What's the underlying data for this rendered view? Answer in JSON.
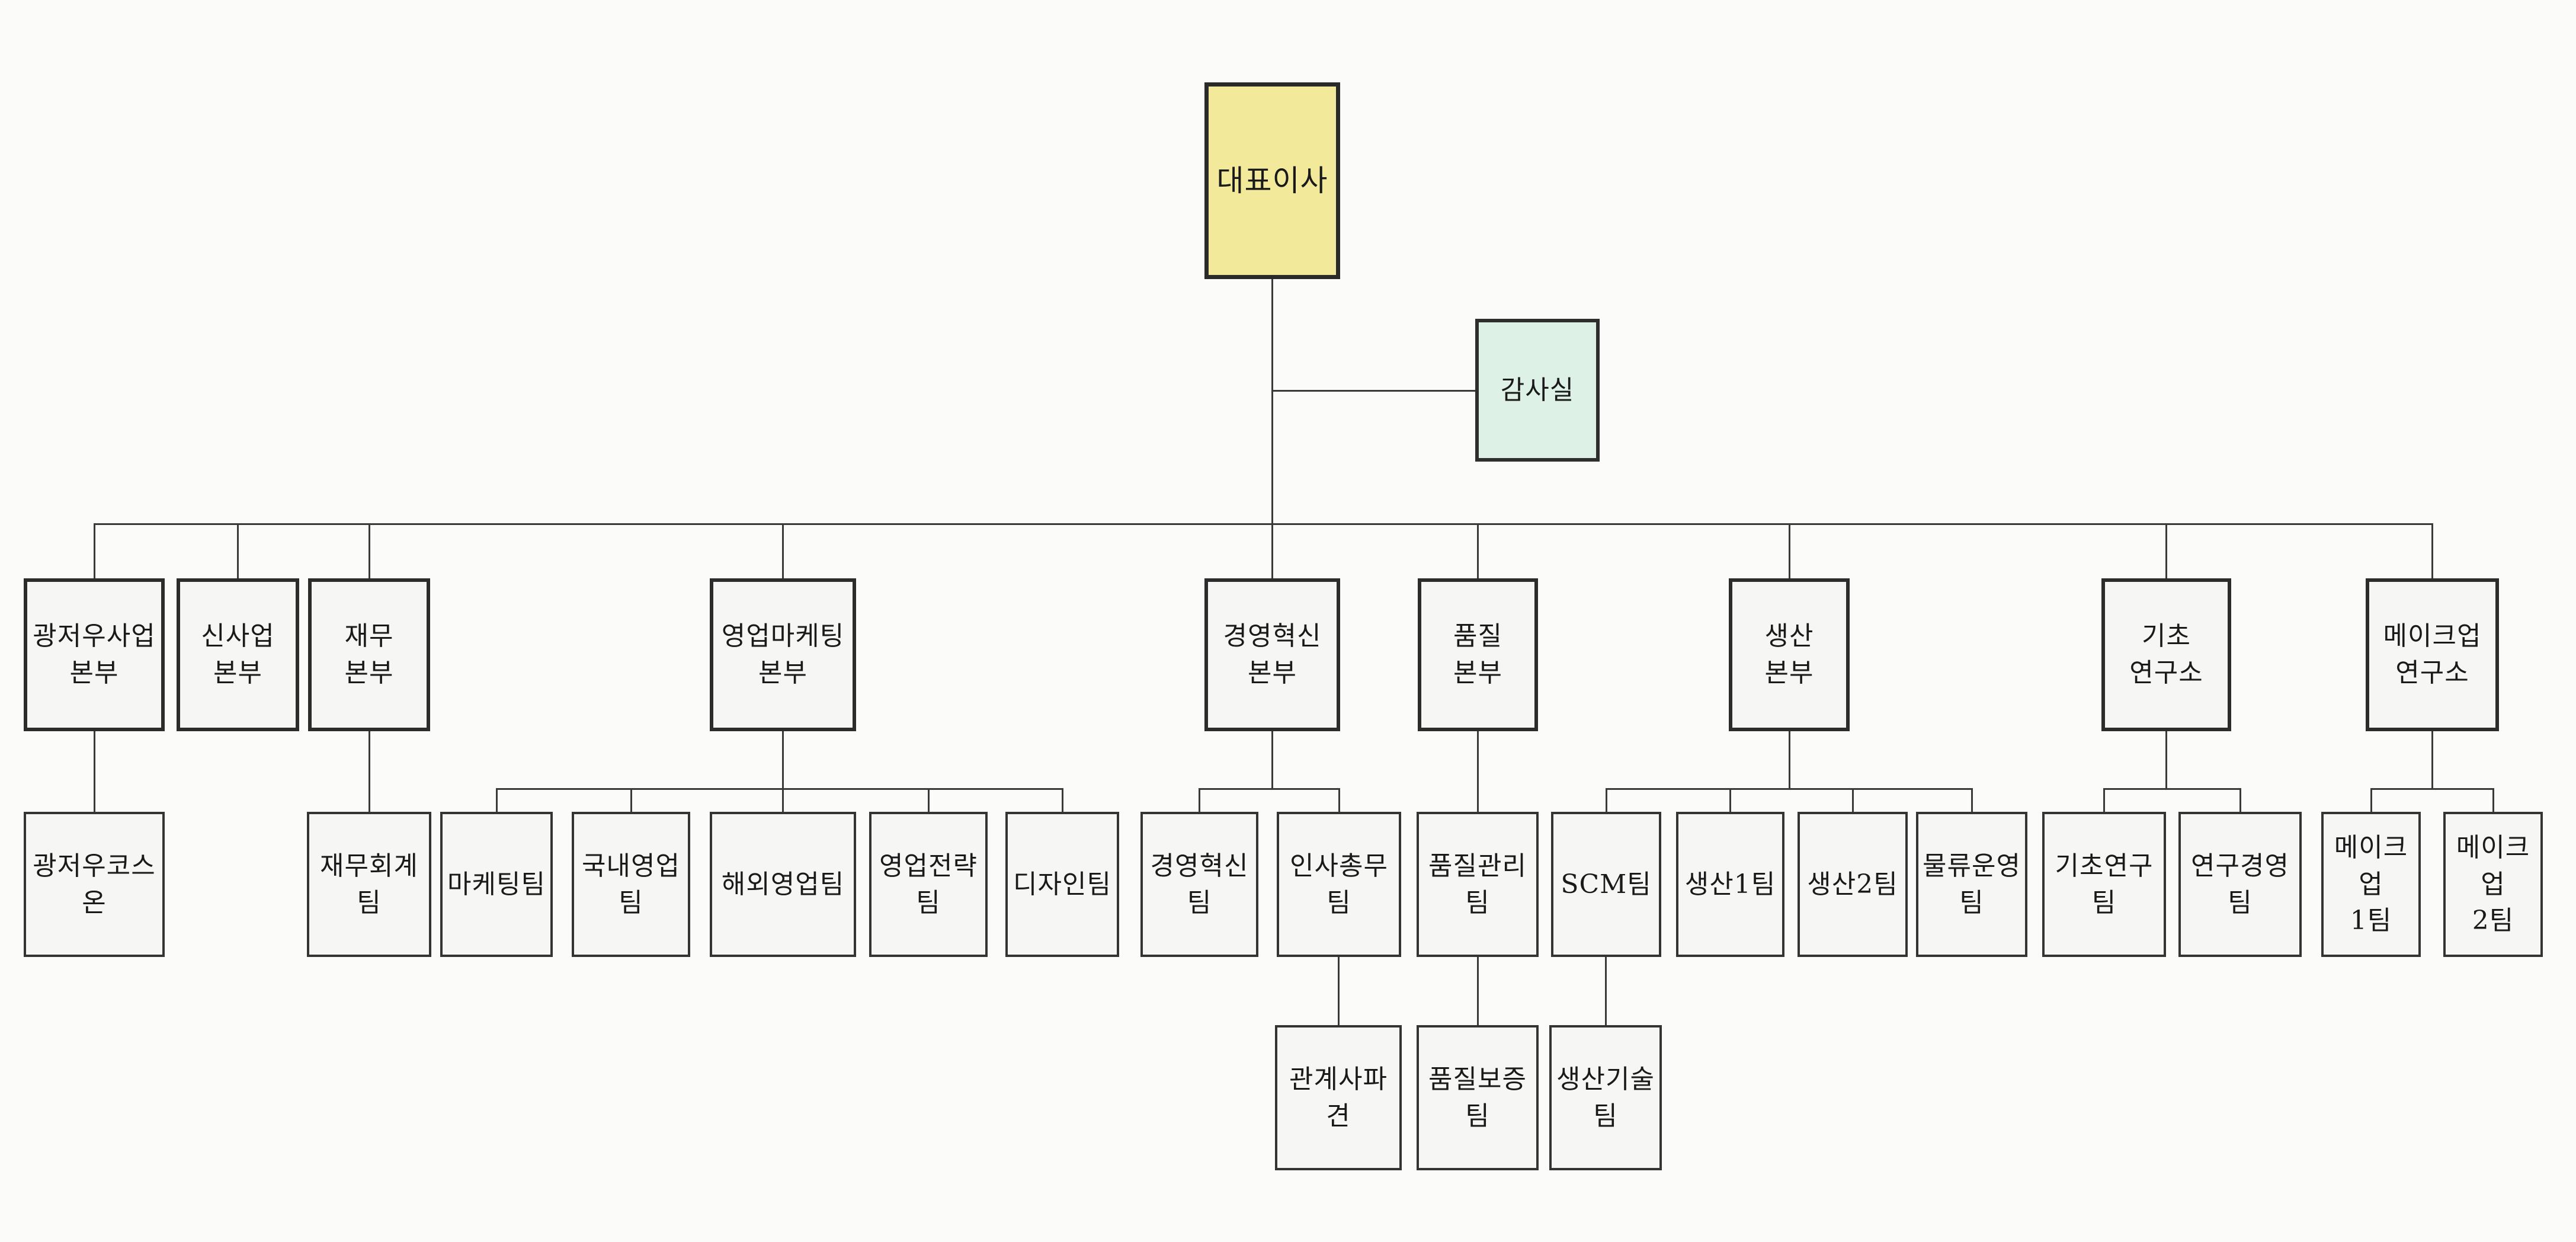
{
  "diagram_type": "org-chart",
  "colors": {
    "ceo_fill": "#f2ea9a",
    "audit_fill": "#def1e6",
    "box_fill": "#f6f6f4",
    "border": "#2c2c2c",
    "line": "#3a3a3a",
    "background": "#fbfbf9"
  },
  "nodes": {
    "ceo": {
      "label": "대표이사"
    },
    "audit": {
      "label": "감사실"
    },
    "gz_hq": {
      "label": "광저우사업\n본부"
    },
    "newbiz_hq": {
      "label": "신사업\n본부"
    },
    "finance_hq": {
      "label": "재무\n본부"
    },
    "salesmkt_hq": {
      "label": "영업마케팅\n본부"
    },
    "innov_hq": {
      "label": "경영혁신\n본부"
    },
    "quality_hq": {
      "label": "품질\n본부"
    },
    "prod_hq": {
      "label": "생산\n본부"
    },
    "basic_lab": {
      "label": "기초\n연구소"
    },
    "makeup_lab": {
      "label": "메이크업\n연구소"
    },
    "gz_coson": {
      "label": "광저우코스온"
    },
    "fin_acct": {
      "label": "재무회계팀"
    },
    "marketing": {
      "label": "마케팅팀"
    },
    "domestic_sales": {
      "label": "국내영업팀"
    },
    "overseas_sales": {
      "label": "해외영업팀"
    },
    "sales_strategy": {
      "label": "영업전략팀"
    },
    "design": {
      "label": "디자인팀"
    },
    "innov_team": {
      "label": "경영혁신팀"
    },
    "hr_ga": {
      "label": "인사총무팀"
    },
    "qc_team": {
      "label": "품질관리팀"
    },
    "scm": {
      "label": "SCM팀"
    },
    "prod1": {
      "label": "생산1팀"
    },
    "prod2": {
      "label": "생산2팀"
    },
    "logistics": {
      "label": "물류운영팀"
    },
    "basic_research": {
      "label": "기초연구팀"
    },
    "research_mgmt": {
      "label": "연구경영팀"
    },
    "makeup1": {
      "label": "메이크업\n1팀"
    },
    "makeup2": {
      "label": "메이크업\n2팀"
    },
    "dispatch": {
      "label": "관계사파견"
    },
    "qa_team": {
      "label": "품질보증팀"
    },
    "prod_tech": {
      "label": "생산기술팀"
    }
  },
  "edges": [
    {
      "from": "ceo",
      "to": "audit"
    },
    {
      "from": "ceo",
      "to": "gz_hq"
    },
    {
      "from": "ceo",
      "to": "newbiz_hq"
    },
    {
      "from": "ceo",
      "to": "finance_hq"
    },
    {
      "from": "ceo",
      "to": "salesmkt_hq"
    },
    {
      "from": "ceo",
      "to": "innov_hq"
    },
    {
      "from": "ceo",
      "to": "quality_hq"
    },
    {
      "from": "ceo",
      "to": "prod_hq"
    },
    {
      "from": "ceo",
      "to": "basic_lab"
    },
    {
      "from": "ceo",
      "to": "makeup_lab"
    },
    {
      "from": "gz_hq",
      "to": "gz_coson"
    },
    {
      "from": "finance_hq",
      "to": "fin_acct"
    },
    {
      "from": "salesmkt_hq",
      "to": "marketing"
    },
    {
      "from": "salesmkt_hq",
      "to": "domestic_sales"
    },
    {
      "from": "salesmkt_hq",
      "to": "overseas_sales"
    },
    {
      "from": "salesmkt_hq",
      "to": "sales_strategy"
    },
    {
      "from": "salesmkt_hq",
      "to": "design"
    },
    {
      "from": "innov_hq",
      "to": "innov_team"
    },
    {
      "from": "innov_hq",
      "to": "hr_ga"
    },
    {
      "from": "quality_hq",
      "to": "qc_team"
    },
    {
      "from": "prod_hq",
      "to": "scm"
    },
    {
      "from": "prod_hq",
      "to": "prod1"
    },
    {
      "from": "prod_hq",
      "to": "prod2"
    },
    {
      "from": "prod_hq",
      "to": "logistics"
    },
    {
      "from": "basic_lab",
      "to": "basic_research"
    },
    {
      "from": "basic_lab",
      "to": "research_mgmt"
    },
    {
      "from": "makeup_lab",
      "to": "makeup1"
    },
    {
      "from": "makeup_lab",
      "to": "makeup2"
    },
    {
      "from": "hr_ga",
      "to": "dispatch"
    },
    {
      "from": "qc_team",
      "to": "qa_team"
    },
    {
      "from": "scm",
      "to": "prod_tech"
    }
  ]
}
